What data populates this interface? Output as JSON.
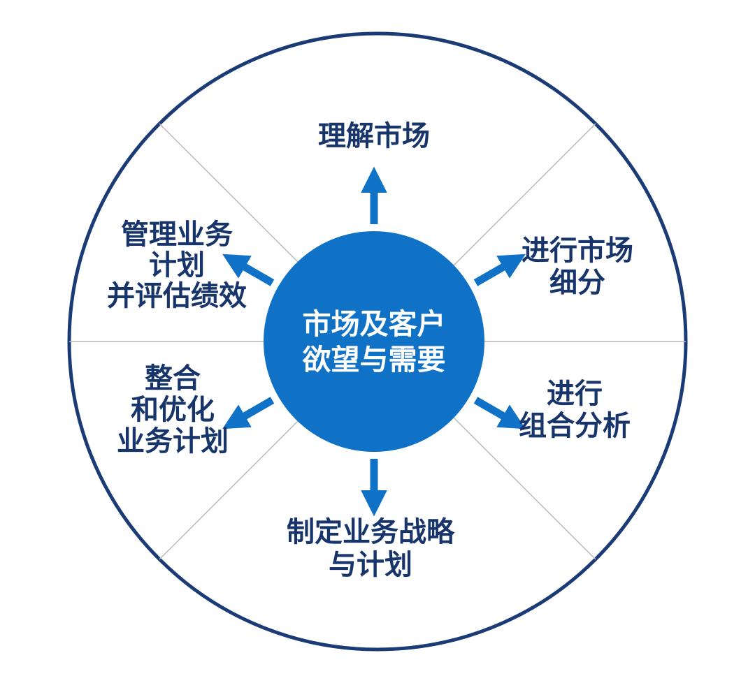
{
  "diagram": {
    "title": "marketing-management-cycle",
    "center": {
      "lines": [
        "市场及客户",
        "欲望与需要"
      ]
    },
    "nodes": [
      {
        "id": "understand-market",
        "position": "top",
        "lines": [
          "理解市场"
        ]
      },
      {
        "id": "market-segmentation",
        "position": "upper-right",
        "lines": [
          "进行市场",
          "细分"
        ]
      },
      {
        "id": "portfolio-analysis",
        "position": "lower-right",
        "lines": [
          "进行",
          "组合分析"
        ]
      },
      {
        "id": "strategy-and-plan",
        "position": "bottom",
        "lines": [
          "制定业务战略",
          "与计划"
        ]
      },
      {
        "id": "integrate-optimize",
        "position": "lower-left",
        "lines": [
          "整合",
          "和优化",
          "业务计划"
        ]
      },
      {
        "id": "manage-evaluate",
        "position": "upper-left",
        "lines": [
          "管理业务",
          "计划",
          "并评估绩效"
        ]
      }
    ],
    "colors": {
      "primary_blue": "#0f72c6",
      "navy_border": "#1b3b76",
      "label_navy": "#17356b",
      "divider_gray": "#b9b9b9",
      "center_text": "#ffffff",
      "background": "#ffffff"
    }
  }
}
